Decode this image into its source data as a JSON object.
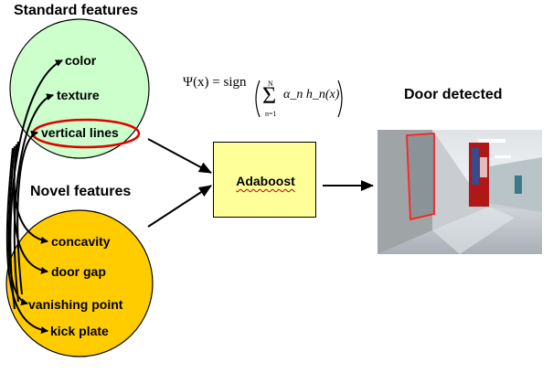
{
  "diagram": {
    "standard_heading": "Standard features",
    "standard_items": [
      "color",
      "texture",
      "vertical lines"
    ],
    "novel_heading": "Novel features",
    "novel_items": [
      "concavity",
      "door gap",
      "vanishing point",
      "kick plate"
    ],
    "classifier_label": "Adaboost",
    "output_heading": "Door detected",
    "formula": {
      "lhs": "Ψ(x) = sign",
      "sum_upper": "N",
      "sum_lower": "n=1",
      "term": "α_n h_n(x)"
    }
  },
  "colors": {
    "standard_circle": "#ccffcc",
    "novel_circle": "#ffcc00",
    "classifier_box": "#ffff99",
    "highlight_ring": "#e00000",
    "door_outline": "#ff2020"
  },
  "icons": [
    "curved-arrow-icon",
    "straight-arrow-icon"
  ]
}
